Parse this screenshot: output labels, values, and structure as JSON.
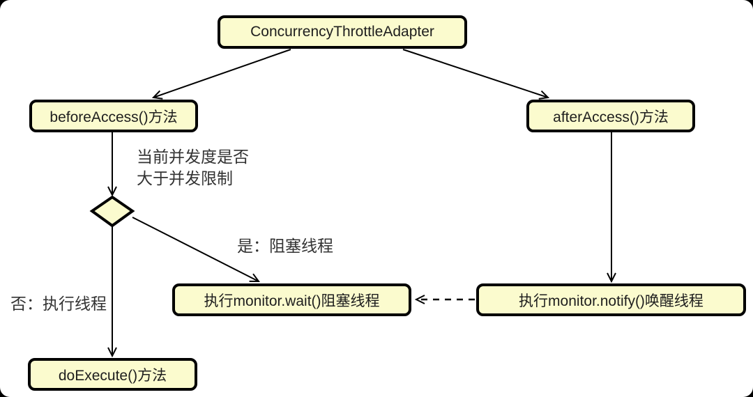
{
  "diagram": {
    "type": "activity-flow",
    "nodes": {
      "adapter": {
        "label": "ConcurrencyThrottleAdapter"
      },
      "before_access": {
        "label": "beforeAccess()方法"
      },
      "after_access": {
        "label": "afterAccess()方法"
      },
      "wait_thread": {
        "label": "执行monitor.wait()阻塞线程"
      },
      "notify_thread": {
        "label": "执行monitor.notify()唤醒线程"
      },
      "do_execute": {
        "label": "doExecute()方法"
      }
    },
    "edge_labels": {
      "condition_line1": "当前并发度是否",
      "condition_line2": "大于并发限制",
      "yes_branch": "是：阻塞线程",
      "no_branch": "否：执行线程"
    },
    "edges": [
      {
        "from": "adapter",
        "to": "before_access",
        "style": "solid"
      },
      {
        "from": "adapter",
        "to": "after_access",
        "style": "solid"
      },
      {
        "from": "before_access",
        "to": "decision_diamond",
        "style": "solid",
        "label": "当前并发度是否大于并发限制"
      },
      {
        "from": "decision_diamond",
        "to": "wait_thread",
        "style": "solid",
        "label": "是：阻塞线程"
      },
      {
        "from": "decision_diamond",
        "to": "do_execute",
        "style": "solid",
        "label": "否：执行线程"
      },
      {
        "from": "after_access",
        "to": "notify_thread",
        "style": "solid"
      },
      {
        "from": "notify_thread",
        "to": "wait_thread",
        "style": "dashed"
      }
    ],
    "colors": {
      "node_fill": "#FBFBCE",
      "node_border": "#000000",
      "edge_stroke": "#000000",
      "canvas_background": "#FFFFFF",
      "page_background": "#000000",
      "node_text": "#1E1E1E",
      "label_text": "#333333"
    }
  }
}
